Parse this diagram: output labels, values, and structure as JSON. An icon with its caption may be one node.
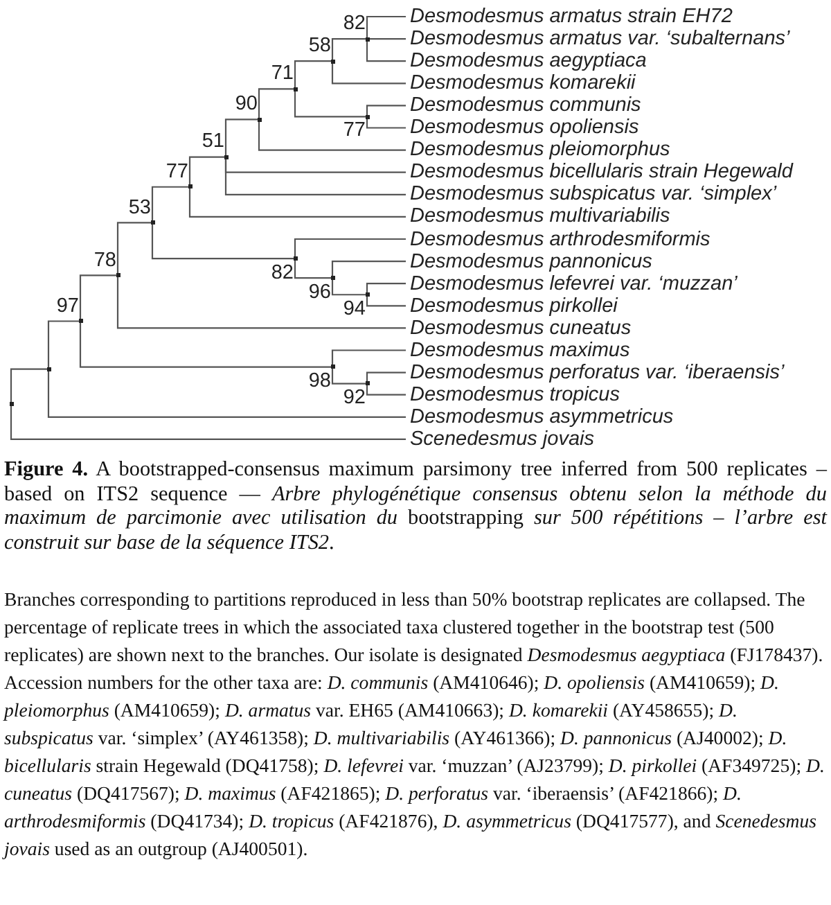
{
  "diagram": {
    "caption": "**Figure 4.** A bootstrapped-consensus maximum parsimony tree inferred from 500 replicates – based on ITS2 sequence — *Arbre phylogénétique consensus obtenu selon la méthode du maximum de parcimonie avec utilisation du* bootstrapping *sur 500 répétitions – l’arbre est construit sur base de la séquence ITS2*.",
    "nodes": [
      {
        "text": [
          "Desmodesmus armatus strain EH72"
        ]
      },
      {
        "text": [
          "Desmodesmus armatus var. ‘subalternans’"
        ]
      },
      {
        "text": [
          "Desmodesmus aegyptiaca"
        ]
      },
      {
        "text": [
          "Desmodesmus komarekii"
        ]
      },
      {
        "text": [
          "Desmodesmus communis"
        ]
      },
      {
        "text": [
          "Desmodesmus opoliensis"
        ]
      },
      {
        "text": [
          "Desmodesmus pleiomorphus"
        ]
      },
      {
        "text": [
          "Desmodesmus bicellularis strain Hegewald"
        ]
      },
      {
        "text": [
          "Desmodesmus subspicatus var. ‘simplex’"
        ]
      },
      {
        "text": [
          "Desmodesmus multivariabilis"
        ]
      },
      {
        "text": [
          "Desmodesmus arthrodesmiformis"
        ]
      },
      {
        "text": [
          "Desmodesmus pannonicus"
        ]
      },
      {
        "text": [
          "Desmodesmus lefevrei var. ‘muzzan’"
        ]
      },
      {
        "text": [
          "Desmodesmus pirkollei"
        ]
      },
      {
        "text": [
          "Desmodesmus cuneatus"
        ]
      },
      {
        "text": [
          "Desmodesmus maximus"
        ]
      },
      {
        "text": [
          "Desmodesmus perforatus var. ‘iberaensis’"
        ]
      },
      {
        "text": [
          "Desmodesmus tropicus"
        ]
      },
      {
        "text": [
          "Desmodesmus asymmetricus"
        ]
      },
      {
        "text": [
          "Scenedesmus jovais"
        ]
      },
      {
        "text": [],
        "shape": "point",
        "beside": [
          "82"
        ]
      },
      {
        "text": [],
        "shape": "point",
        "beside": [
          "58"
        ]
      },
      {
        "text": [],
        "shape": "point",
        "beside": [
          "77"
        ]
      },
      {
        "text": [],
        "shape": "point",
        "beside": [
          "71"
        ]
      },
      {
        "text": [],
        "shape": "point",
        "beside": [
          "90"
        ]
      },
      {
        "text": [],
        "shape": "point",
        "beside": [
          "51"
        ]
      },
      {
        "text": [],
        "shape": "point",
        "beside": [
          "77"
        ]
      },
      {
        "text": [],
        "shape": "point",
        "beside": [
          "94"
        ]
      },
      {
        "text": [],
        "shape": "point",
        "beside": [
          "96"
        ]
      },
      {
        "text": [],
        "shape": "point",
        "beside": [
          "82"
        ]
      },
      {
        "text": [],
        "shape": "point",
        "beside": [
          "53"
        ]
      },
      {
        "text": [],
        "shape": "point",
        "beside": [
          "78"
        ]
      },
      {
        "text": [],
        "shape": "point",
        "beside": [
          "92"
        ]
      },
      {
        "text": [],
        "shape": "point",
        "beside": [
          "98"
        ]
      },
      {
        "text": [],
        "shape": "point",
        "beside": [
          "97"
        ]
      },
      {
        "text": [],
        "shape": "point"
      },
      {
        "text": [],
        "shape": "point"
      }
    ],
    "edges": [
      {
        "from": 20,
        "to": 0,
        "arrow": "none"
      },
      {
        "from": 20,
        "to": 1,
        "arrow": "none"
      },
      {
        "from": 20,
        "to": 2,
        "arrow": "none"
      },
      {
        "from": 21,
        "to": 20,
        "arrow": "none"
      },
      {
        "from": 21,
        "to": 3,
        "arrow": "none"
      },
      {
        "from": 22,
        "to": 4,
        "arrow": "none"
      },
      {
        "from": 22,
        "to": 5,
        "arrow": "none"
      },
      {
        "from": 23,
        "to": 21,
        "arrow": "none"
      },
      {
        "from": 23,
        "to": 22,
        "arrow": "none"
      },
      {
        "from": 24,
        "to": 23,
        "arrow": "none"
      },
      {
        "from": 24,
        "to": 6,
        "arrow": "none"
      },
      {
        "from": 25,
        "to": 24,
        "arrow": "none"
      },
      {
        "from": 25,
        "to": 7,
        "arrow": "none"
      },
      {
        "from": 25,
        "to": 8,
        "arrow": "none"
      },
      {
        "from": 26,
        "to": 25,
        "arrow": "none"
      },
      {
        "from": 26,
        "to": 9,
        "arrow": "none"
      },
      {
        "from": 27,
        "to": 12,
        "arrow": "none"
      },
      {
        "from": 27,
        "to": 13,
        "arrow": "none"
      },
      {
        "from": 28,
        "to": 11,
        "arrow": "none"
      },
      {
        "from": 28,
        "to": 27,
        "arrow": "none"
      },
      {
        "from": 29,
        "to": 10,
        "arrow": "none"
      },
      {
        "from": 29,
        "to": 28,
        "arrow": "none"
      },
      {
        "from": 30,
        "to": 26,
        "arrow": "none"
      },
      {
        "from": 30,
        "to": 29,
        "arrow": "none"
      },
      {
        "from": 31,
        "to": 30,
        "arrow": "none"
      },
      {
        "from": 31,
        "to": 14,
        "arrow": "none"
      },
      {
        "from": 32,
        "to": 16,
        "arrow": "none"
      },
      {
        "from": 32,
        "to": 17,
        "arrow": "none"
      },
      {
        "from": 33,
        "to": 15,
        "arrow": "none"
      },
      {
        "from": 33,
        "to": 32,
        "arrow": "none"
      },
      {
        "from": 34,
        "to": 31,
        "arrow": "none"
      },
      {
        "from": 34,
        "to": 33,
        "arrow": "none"
      },
      {
        "from": 35,
        "to": 34,
        "arrow": "none"
      },
      {
        "from": 35,
        "to": 18,
        "arrow": "none"
      },
      {
        "from": 36,
        "to": 35,
        "arrow": "none"
      },
      {
        "from": 36,
        "to": 19,
        "arrow": "none"
      }
    ],
    "labels": [
      "Branches corresponding to partitions reproduced in less than 50% bootstrap replicates are collapsed. The percentage of replicate trees in which the associated taxa clustered together in the bootstrap test (500 replicates) are shown next to the branches. Our isolate is designated *Desmodesmus aegyptiaca* (FJ178437). Accession numbers for the other taxa are: *D. communis* (AM410646); *D. opoliensis* (AM410659); *D. pleiomorphus* (AM410659); *D. armatus* var. EH65 (AM410663); *D. komarekii* (AY458655); *D. subspicatus* var. ‘simplex’ (AY461358); *D. multivariabilis* (AY461366); *D. pannonicus* (AJ40002); *D. bicellularis* strain Hegewald (DQ41758); *D. lefevrei* var. ‘muzzan’ (AJ23799); *D. pirkollei* (AF349725); *D. cuneatus* (DQ417567); *D. maximus* (AF421865); *D. perforatus* var. ‘iberaensis’ (AF421866); *D. arthrodesmiformis* (DQ41734); *D. tropicus* (AF421876), *D. asymmetricus* (DQ417577), and *Scenedesmus jovais* used as an outgroup (AJ400501)."
    ]
  }
}
